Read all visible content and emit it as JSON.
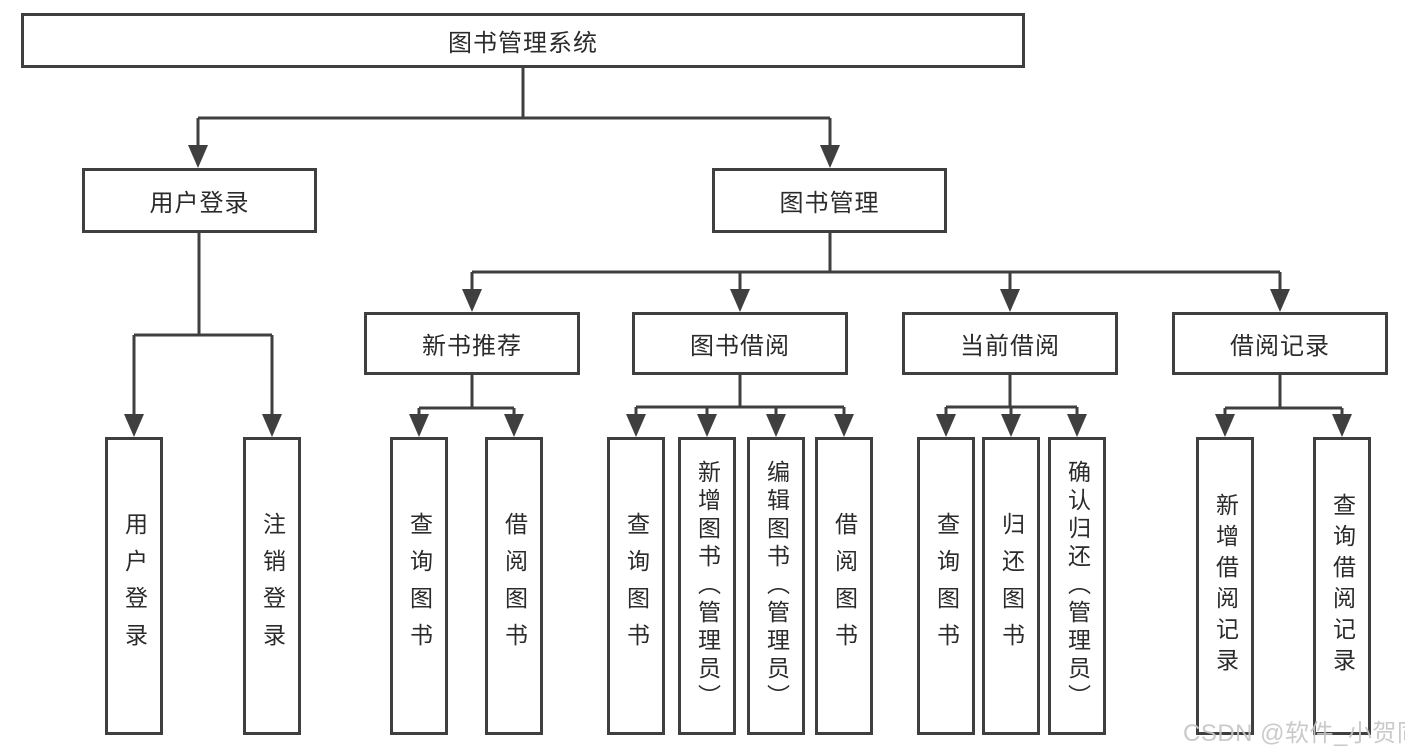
{
  "diagram": {
    "watermark": "CSDN @软件_小贺同学",
    "colors": {
      "line": "#3f3f3f",
      "text": "#2b2b2b",
      "watermark": "#c6c6c6",
      "background": "#ffffff"
    },
    "root": {
      "label": "图书管理系统",
      "children": [
        {
          "label": "用户登录",
          "children": [
            {
              "label": "用户登录"
            },
            {
              "label": "注销登录"
            }
          ]
        },
        {
          "label": "图书管理",
          "children": [
            {
              "label": "新书推荐",
              "children": [
                {
                  "label": "查询图书"
                },
                {
                  "label": "借阅图书"
                }
              ]
            },
            {
              "label": "图书借阅",
              "children": [
                {
                  "label": "查询图书"
                },
                {
                  "label": "新增图书（管理员）"
                },
                {
                  "label": "编辑图书（管理员）"
                },
                {
                  "label": "借阅图书"
                }
              ]
            },
            {
              "label": "当前借阅",
              "children": [
                {
                  "label": "查询图书"
                },
                {
                  "label": "归还图书"
                },
                {
                  "label": "确认归还（管理员）"
                }
              ]
            },
            {
              "label": "借阅记录",
              "children": [
                {
                  "label": "新增借阅记录"
                },
                {
                  "label": "查询借阅记录"
                }
              ]
            }
          ]
        }
      ]
    }
  }
}
